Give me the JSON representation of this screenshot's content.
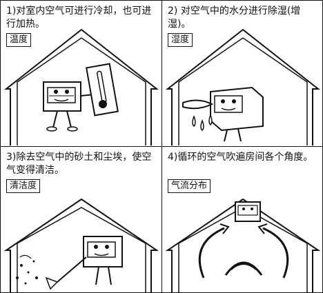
{
  "panels": [
    {
      "description": "1)对室内空气可进行冷却，也可进行加热。",
      "label": "温度"
    },
    {
      "description": "2) 对空气中的水分进行除湿(增湿)。",
      "label": "湿度"
    },
    {
      "description": "3)除去空气中的砂土和尘埃，使空气变得清洁。",
      "label": "清洁度"
    },
    {
      "description": "4)循环的空气吹遍房间各个角度。",
      "label": "气流分布"
    }
  ]
}
